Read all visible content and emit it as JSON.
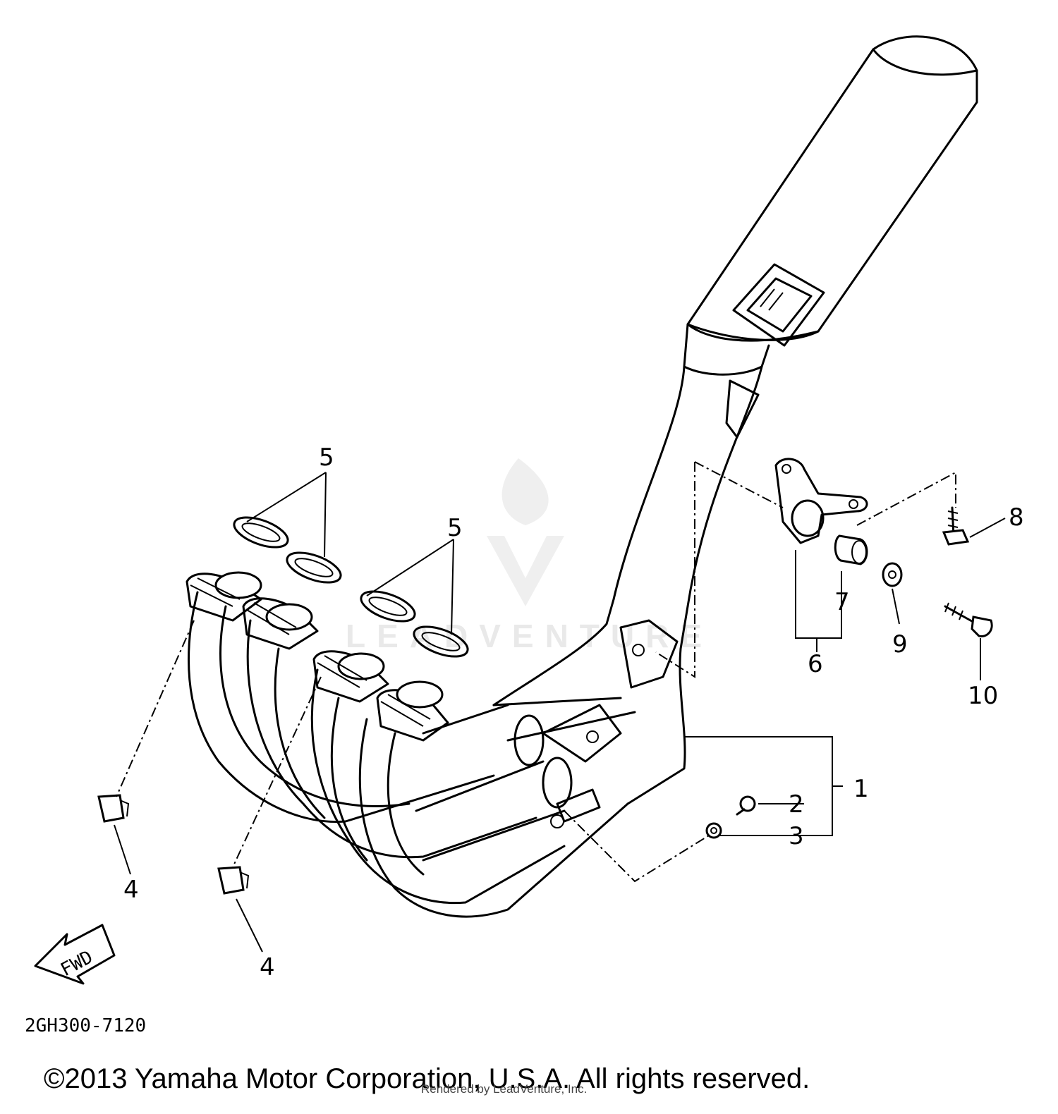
{
  "callouts": {
    "c1": "1",
    "c2": "2",
    "c3": "3",
    "c4a": "4",
    "c4b": "4",
    "c5a": "5",
    "c5b": "5",
    "c6": "6",
    "c7": "7",
    "c8": "8",
    "c9": "9",
    "c10": "10"
  },
  "fwd_arrow_label": "FWD",
  "diagram_code": "2GH300-7120",
  "copyright": "©2013 Yamaha Motor Corporation, U.S.A. All rights reserved.",
  "rendered_by": "Rendered by LeadVenture, Inc.",
  "watermark": "LEADVENTURE"
}
